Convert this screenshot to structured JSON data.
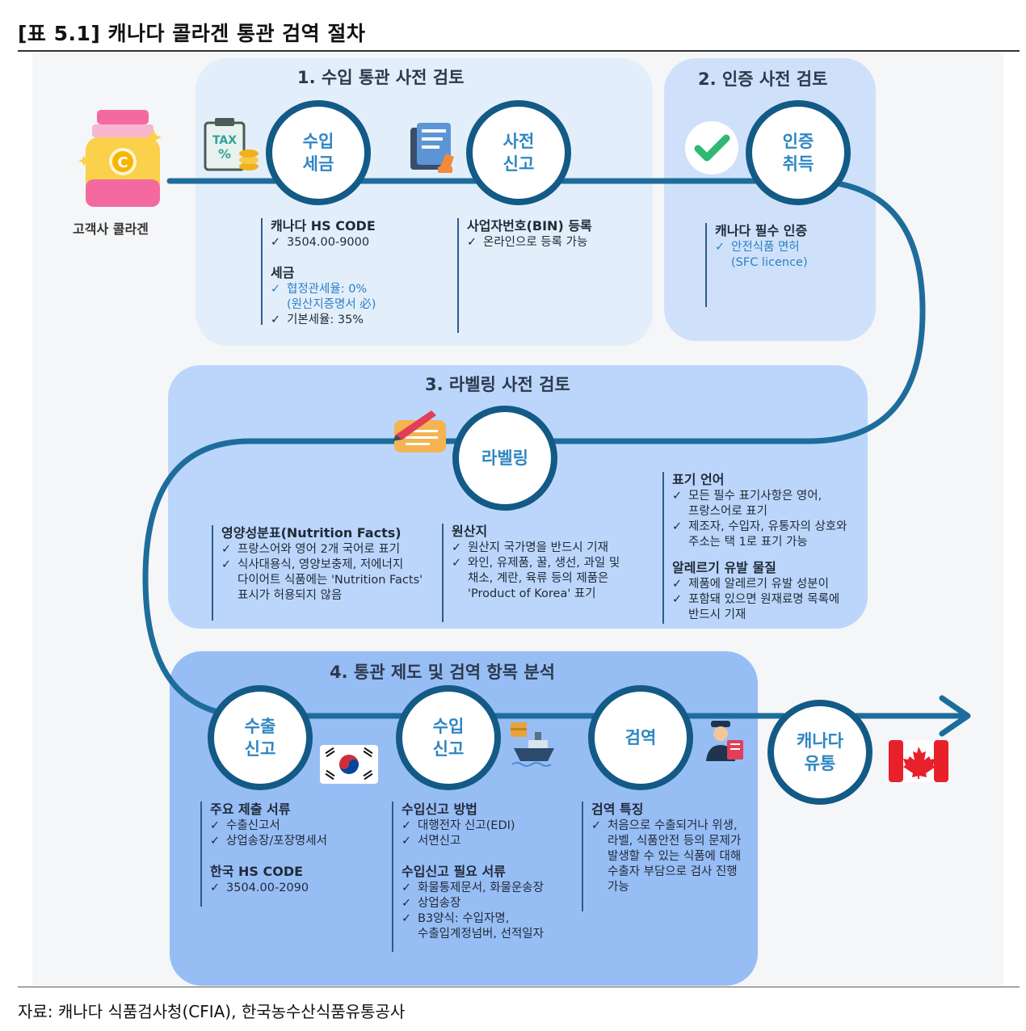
{
  "title": "[표 5.1] 캐나다 콜라겐 통관 검역 절차",
  "source": "자료: 캐나다 식품검사청(CFIA), 한국농수산식품유통공사",
  "customer_label": "고객사 콜라겐",
  "icons": [
    "collagen-bottle-icon",
    "tax-icon",
    "document-icon",
    "check-icon",
    "label-pen-icon",
    "korea-flag-icon",
    "cargo-ship-icon",
    "inspector-icon",
    "canada-flag-icon"
  ],
  "colors": {
    "flow_line": "#1d6d9c",
    "circle_border": "#135a86",
    "circle_text": "#2f86c3",
    "panel1": "#e3eefb",
    "panel3": "#bcd6fb",
    "panel4": "#97bdf5",
    "canada_red": "#e8202a"
  },
  "sections": [
    {
      "title": "1. 수입 통관 사전 검토"
    },
    {
      "title": "2. 인증 사전 검토"
    },
    {
      "title": "3. 라벨링 사전 검토"
    },
    {
      "title": "4. 통관 제도 및 검역 항목 분석"
    }
  ],
  "steps": {
    "import_tax": "수입\n세금",
    "pre_report": "사전\n신고",
    "cert": "인증\n취득",
    "labeling": "라벨링",
    "export_report": "수출\n신고",
    "import_report": "수입\n신고",
    "quarantine": "검역",
    "distribution": "캐나다\n유통"
  },
  "blocks": {
    "hs": {
      "head": "캐나다 HS CODE",
      "items": [
        "3504.00-9000"
      ]
    },
    "tax": {
      "head": "세금",
      "items": [
        "협정관세율: 0%\n(원산지증명서 必)",
        "기본세율: 35%"
      ]
    },
    "bin": {
      "head": "사업자번호(BIN) 등록",
      "items": [
        "온라인으로 등록 가능"
      ]
    },
    "certreq": {
      "head": "캐나다 필수 인증",
      "items": [
        "안전식품 면허\n(SFC licence)"
      ]
    },
    "nutrition": {
      "head": "영양성분표(Nutrition Facts)",
      "items": [
        "프랑스어와 영어 2개 국어로 표기",
        "식사대용식, 영양보충제, 저에너지\n다이어트 식품에는 'Nutrition Facts'\n표시가 허용되지 않음"
      ]
    },
    "origin": {
      "head": "원산지",
      "items": [
        "원산지 국가명을 반드시 기재",
        "와인, 유제품, 꿀, 생선, 과일 및\n채소, 계란, 육류 등의 제품은\n'Product of Korea' 표기"
      ]
    },
    "language": {
      "head": "표기 언어",
      "items": [
        "모든 필수 표기사항은 영어,\n프랑스어로 표기",
        "제조자, 수입자, 유통자의 상호와\n주소는 택 1로 표기 가능"
      ]
    },
    "allergen": {
      "head": "알레르기 유발 물질",
      "items": [
        "제품에 알레르기 유발 성분이",
        "포함돼 있으면 원재료명 목록에\n반드시 기재"
      ]
    },
    "export_docs": {
      "head": "주요 제출 서류",
      "items": [
        "수출신고서",
        "상업송장/포장명세서"
      ]
    },
    "korea_hs": {
      "head": "한국 HS CODE",
      "items": [
        "3504.00-2090"
      ]
    },
    "import_method": {
      "head": "수입신고 방법",
      "items": [
        "대행전자 신고(EDI)",
        "서면신고"
      ]
    },
    "import_docs": {
      "head": "수입신고 필요 서류",
      "items": [
        "화물통제문서, 화물운송장",
        "상업송장",
        "B3양식: 수입자명,\n수출입계정넘버, 선적일자"
      ]
    },
    "quarantine_feat": {
      "head": "검역 특징",
      "items": [
        "처음으로 수출되거나 위생,\n라벨, 식품안전 등의 문제가\n발생할 수 있는 식품에 대해\n수출자 부담으로 검사 진행\n가능"
      ]
    }
  }
}
